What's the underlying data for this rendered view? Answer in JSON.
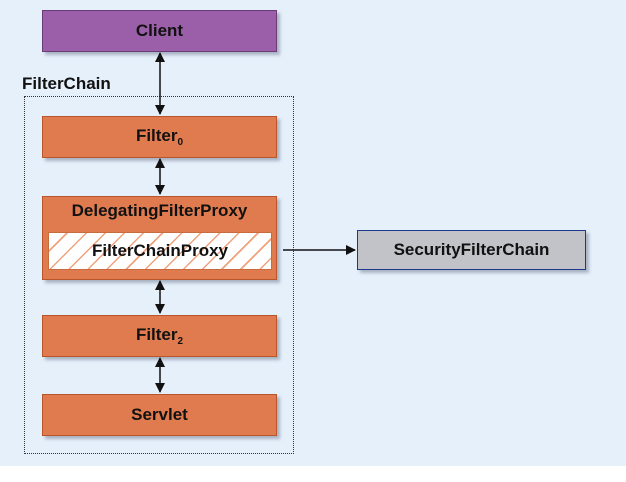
{
  "client": {
    "label": "Client"
  },
  "filter_chain": {
    "label": "FilterChain"
  },
  "filters": [
    {
      "label": "Filter",
      "subscript": "0"
    },
    {
      "label": "Filter",
      "subscript": "2"
    }
  ],
  "delegating_filter_proxy": {
    "label": "DelegatingFilterProxy"
  },
  "filter_chain_proxy": {
    "label": "FilterChainProxy"
  },
  "servlet": {
    "label": "Servlet"
  },
  "security_filter_chain": {
    "label": "SecurityFilterChain"
  },
  "colors": {
    "background": "#e5f0fb",
    "client": "#9b5ea8",
    "filter": "#e07b4f",
    "security_filter_chain": "#c2c3c8",
    "security_filter_chain_border": "#1f3a8a"
  }
}
